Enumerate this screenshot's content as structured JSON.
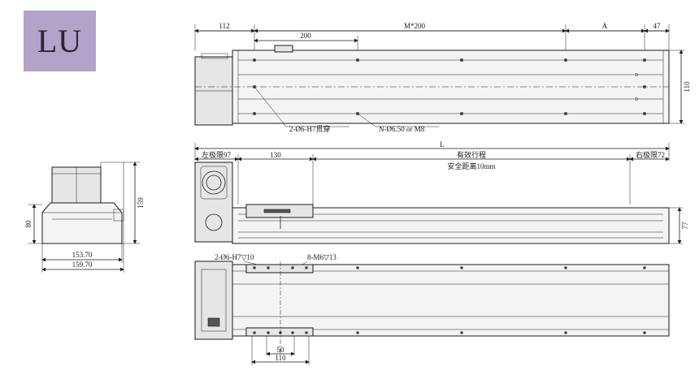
{
  "badge": {
    "label": "LU",
    "color": "#b3a2c9"
  },
  "top_view": {
    "dims": {
      "left_offset": "112",
      "pitch_first": "200",
      "pitch_repeat": "M*200",
      "variable": "A",
      "right_offset": "47",
      "height": "110"
    },
    "callouts": {
      "pin_holes": "2-Ø6-H7贯穿",
      "mount_holes": "N-Ø6.50 or M8"
    }
  },
  "front_view": {
    "dims": {
      "total_length": "L",
      "left_limit": "左极限97",
      "carriage": "130",
      "stroke": "有效行程",
      "safety": "安全距离10mm",
      "right_limit": "右极限72",
      "height": "77"
    }
  },
  "bottom_view": {
    "dims": {
      "carriage_width": "50",
      "carriage_length": "110"
    },
    "callouts": {
      "pin_holes": "2-Ø6-H7▽10",
      "thread_holes": "8-M6▽13"
    }
  },
  "end_view": {
    "dims": {
      "height_total": "159",
      "height_base": "80",
      "width_inner": "153.70",
      "width_outer": "159.70"
    }
  }
}
